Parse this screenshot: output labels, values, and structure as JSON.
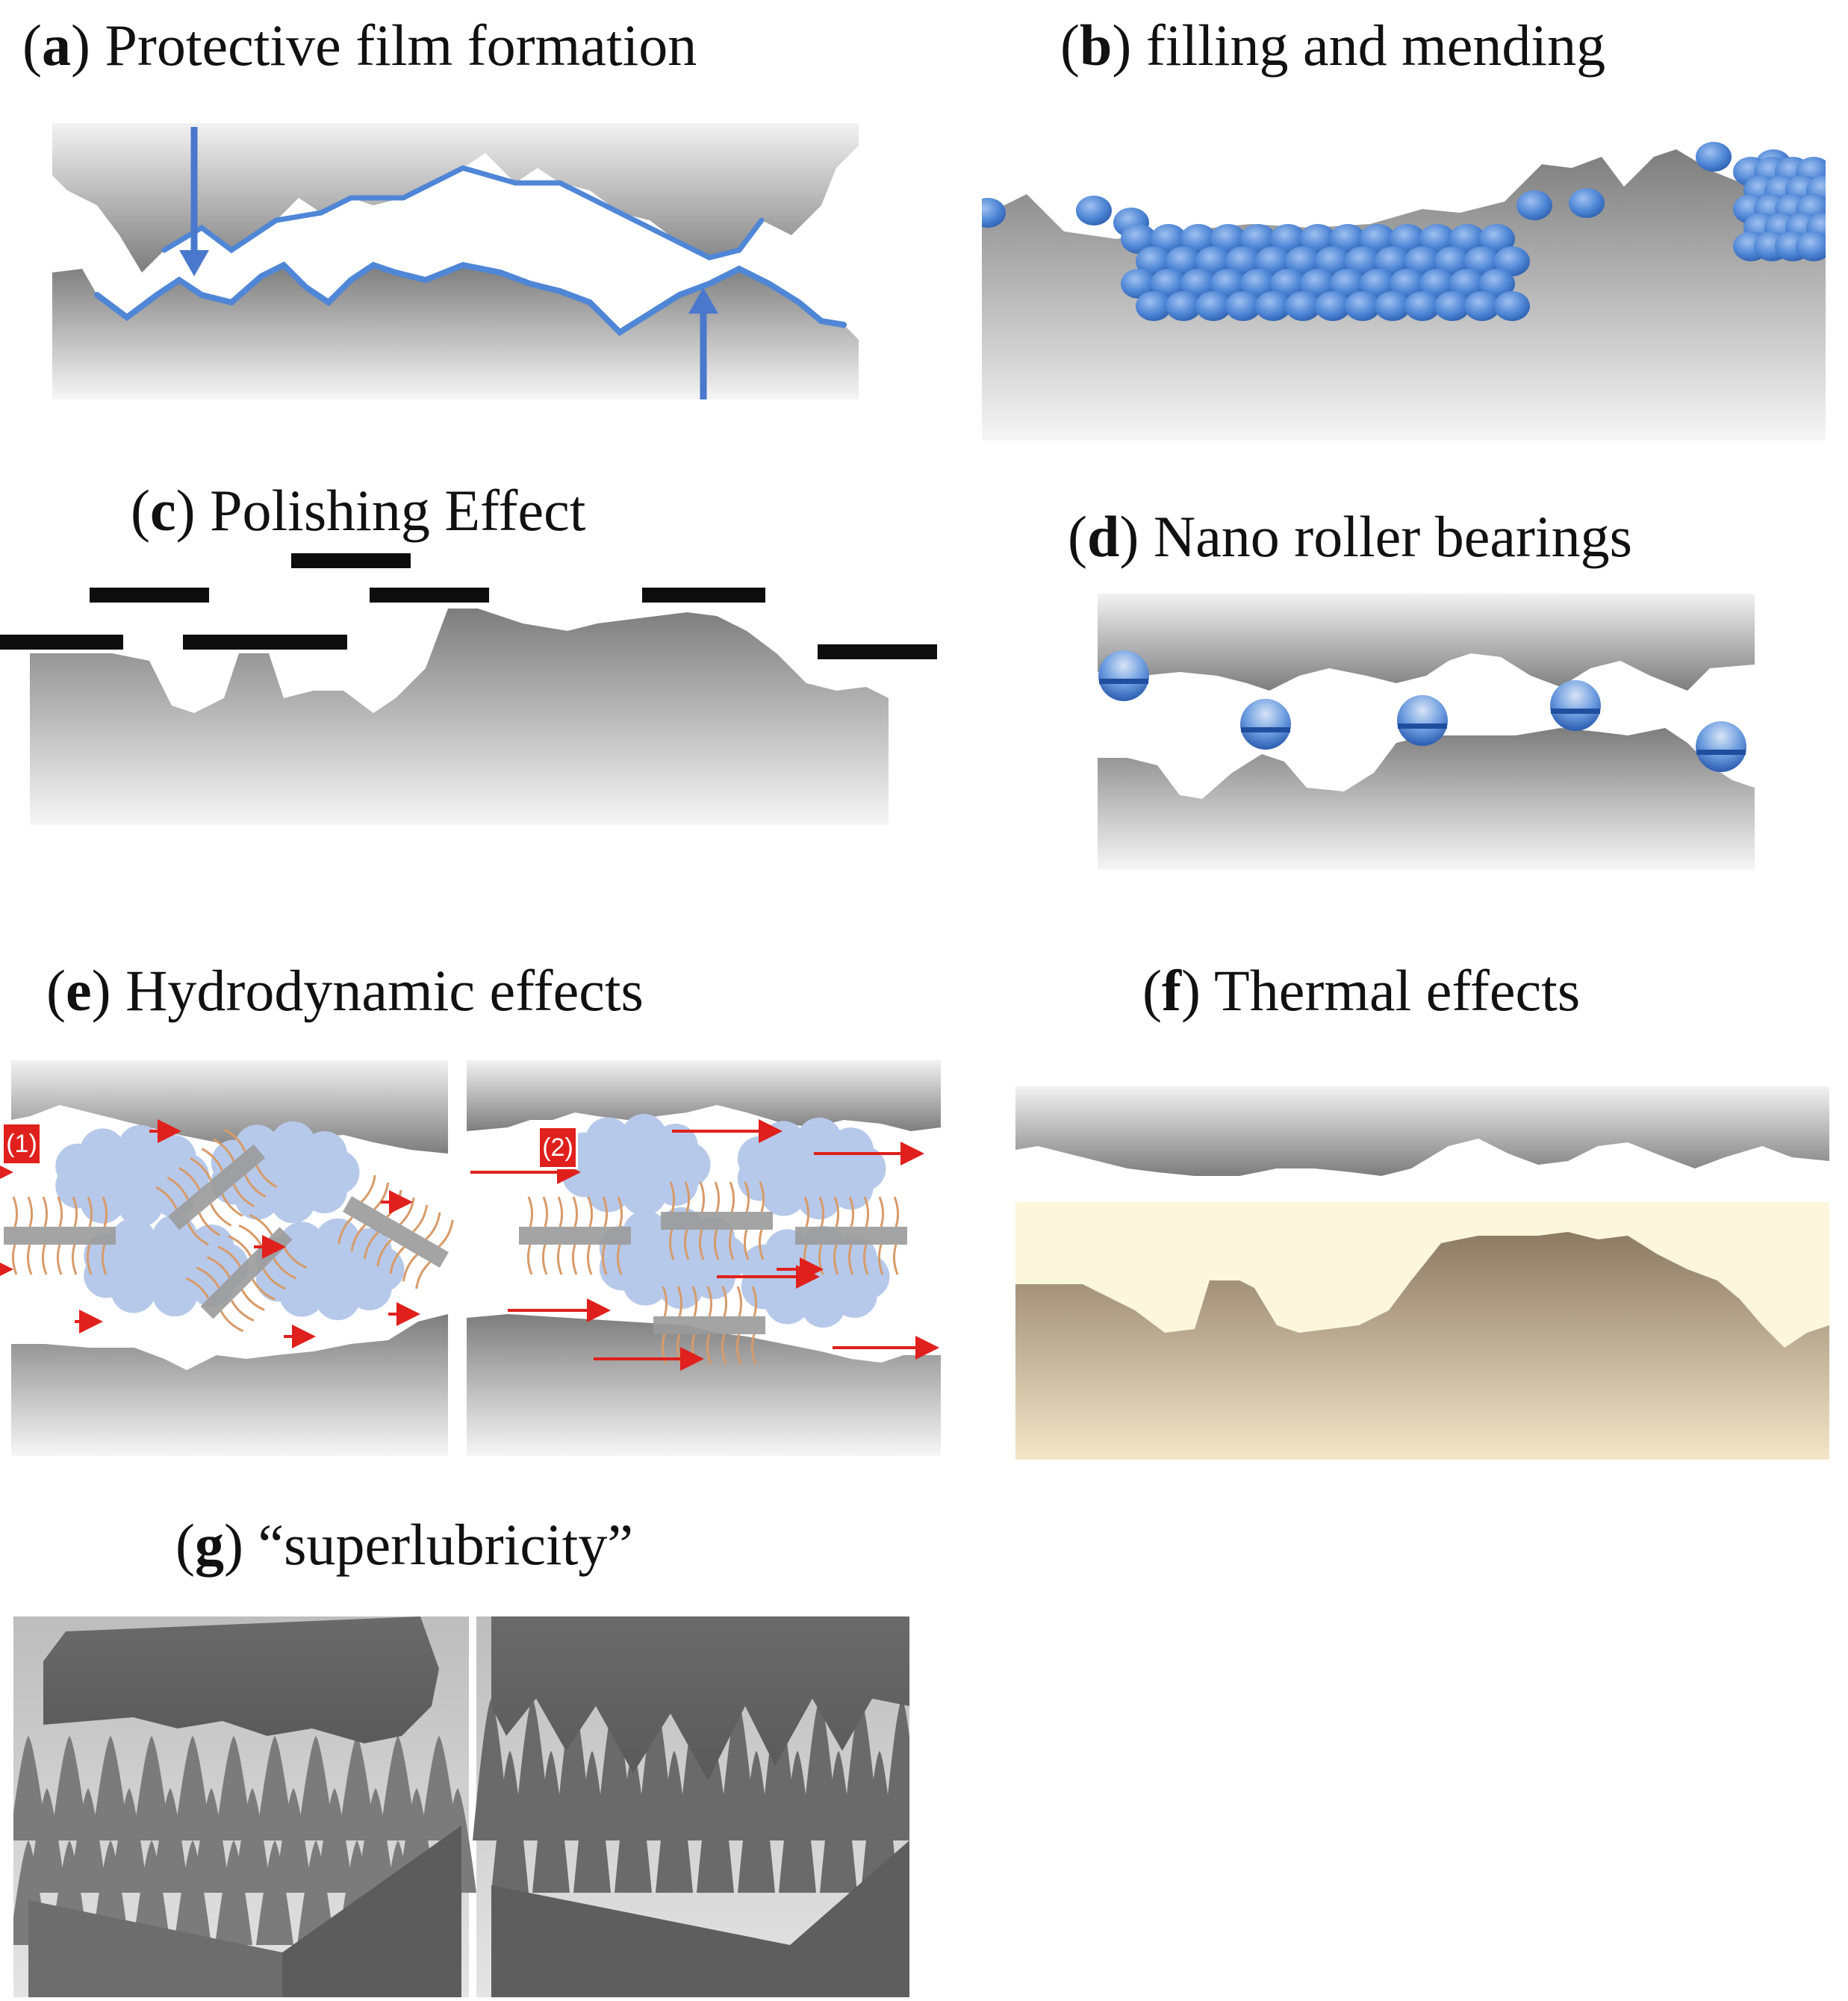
{
  "panels": {
    "a": {
      "letter": "a",
      "label": "Protective film formation"
    },
    "b": {
      "letter": "b",
      "label": "filling and mending"
    },
    "c": {
      "letter": "c",
      "label": "Polishing Effect"
    },
    "d": {
      "letter": "d",
      "label": "Nano roller bearings"
    },
    "e": {
      "letter": "e",
      "label": "Hydrodynamic effects",
      "markers": [
        "(1)",
        "(2)"
      ]
    },
    "f": {
      "letter": "f",
      "label": "Thermal effects"
    },
    "g": {
      "letter": "g",
      "label": "“superlubricity”"
    }
  },
  "colors": {
    "steel_dark": "#8a8a8a",
    "steel_light": "#f4f4f4",
    "particle_blue": "#4f86d6",
    "flow_arrow": "#e0201c",
    "platelet_black": "#0d0d0d",
    "cloud_blue": "#b7c9ea",
    "hot_fluid": "#fbf6dc",
    "hot_surface": "#8c7a62"
  }
}
